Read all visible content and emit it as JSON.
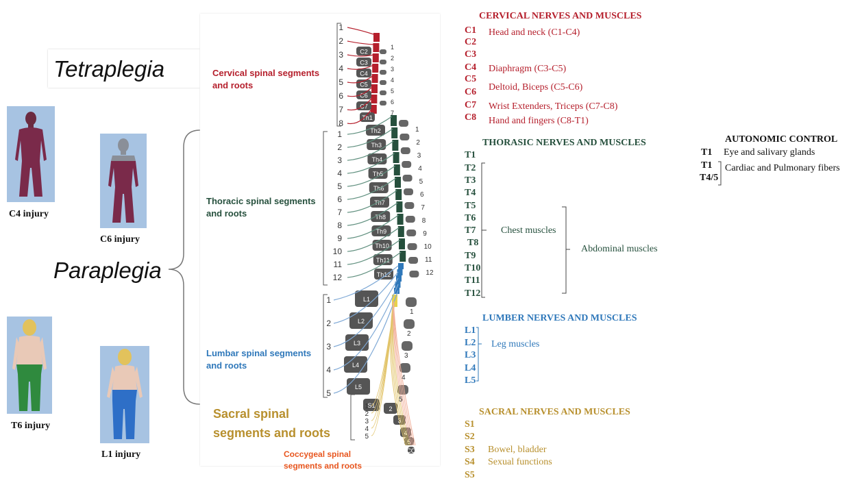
{
  "titles": {
    "tetraplegia": "Tetraplegia",
    "paraplegia": "Paraplegia"
  },
  "injuries": {
    "c4": "C4 injury",
    "c6": "C6 injury",
    "t6": "T6 injury",
    "l1": "L1 injury"
  },
  "segment_labels": {
    "cervical": "Cervical spinal segments and roots",
    "thoracic": "Thoracic spinal segments and roots",
    "lumbar": "Lumbar spinal segments and roots",
    "sacral": "Sacral spinal segments and roots",
    "coccygeal": "Coccygeal spinal segments and roots"
  },
  "spine": {
    "vertebra_labels": [
      "C2",
      "C3",
      "C4",
      "C5",
      "C6",
      "C7",
      "Th1",
      "Th2",
      "Th3",
      "Th4",
      "Th5",
      "Th6",
      "Th7",
      "Th8",
      "Th9",
      "Th10",
      "Th11",
      "Th12",
      "L1",
      "L2",
      "L3",
      "L4",
      "L5",
      "S1",
      "2",
      "3",
      "4",
      "5",
      "CO"
    ],
    "cervical_root_numbers": [
      "1",
      "2",
      "3",
      "4",
      "5",
      "6",
      "7",
      "8"
    ],
    "thoracic_root_numbers": [
      "1",
      "2",
      "3",
      "4",
      "5",
      "6",
      "7",
      "8",
      "9",
      "10",
      "11",
      "12"
    ],
    "lumbar_root_numbers": [
      "1",
      "2",
      "3",
      "4",
      "5"
    ],
    "sacral_root_numbers": [
      "1",
      "2",
      "3",
      "4",
      "5"
    ],
    "right_cervical_numbers": [
      "1",
      "2",
      "3",
      "4",
      "5",
      "6",
      "7"
    ],
    "right_thoracic_numbers": [
      "1",
      "2",
      "3",
      "4",
      "5",
      "6",
      "7",
      "8",
      "9",
      "10",
      "11",
      "12"
    ],
    "right_lumbar_numbers": [
      "1",
      "2",
      "3",
      "4",
      "5"
    ]
  },
  "cervical": {
    "heading": "CERVICAL NERVES AND MUSCLES",
    "levels": [
      "C1",
      "C2",
      "C3",
      "C4",
      "C5",
      "C6",
      "C7",
      "C8"
    ],
    "descriptions": {
      "head": "Head and neck (C1-C4)",
      "diaphragm": "Diaphragm (C3-C5)",
      "deltoid": "Deltoid, Biceps (C5-C6)",
      "wrist": "Wrist Extenders, Triceps (C7-C8)",
      "hand": "Hand and fingers (C8-T1)"
    }
  },
  "thoracic": {
    "heading": "THORASIC NERVES AND MUSCLES",
    "levels": [
      "T1",
      "T2",
      "T3",
      "T4",
      "T5",
      "T6",
      "T7",
      "T8",
      "T9",
      "T10",
      "T11",
      "T12"
    ],
    "chest": "Chest muscles",
    "abdominal": "Abdominal muscles"
  },
  "autonomic": {
    "heading": "AUTONOMIC CONTROL",
    "l1": "T1",
    "d1": "Eye and salivary  glands",
    "l2": "T1",
    "l3": "T4/5",
    "d2": "Cardiac and Pulmonary fibers"
  },
  "lumbar": {
    "heading": "LUMBER NERVES AND MUSCLES",
    "levels": [
      "L1",
      "L2",
      "L3",
      "L4",
      "L5"
    ],
    "leg": "Leg muscles"
  },
  "sacral": {
    "heading": "SACRAL  NERVES AND MUSCLES",
    "levels": [
      "S1",
      "S2",
      "S3",
      "S4",
      "S5"
    ],
    "bowel": "Bowel, bladder",
    "sexual": "Sexual functions"
  },
  "colors": {
    "cervical": "#b51f2c",
    "thoracic": "#26503d",
    "lumbar": "#2f78ba",
    "sacral": "#b8902e",
    "coccygeal": "#e8561f"
  }
}
